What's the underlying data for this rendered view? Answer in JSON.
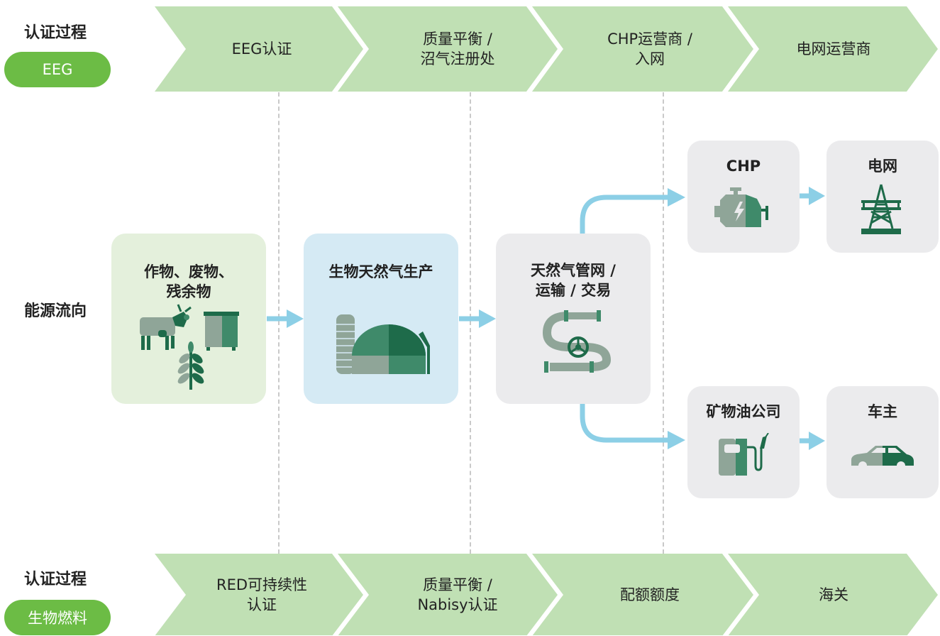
{
  "top": {
    "row_label": "认证过程",
    "pill": "EEG",
    "stages": [
      "EEG认证",
      "质量平衡 /\n沼气注册处",
      "CHP运营商 /\n入网",
      "电网运营商"
    ]
  },
  "middle": {
    "row_label": "能源流向",
    "feedstock": {
      "title": "作物、废物、\n残余物",
      "icons": [
        "cow-icon",
        "bin-icon",
        "wheat-icon"
      ]
    },
    "production": {
      "title": "生物天然气生产",
      "icon": "biogas-plant-icon"
    },
    "pipeline": {
      "title": "天然气管网 /\n运输 / 交易",
      "icon": "pipeline-icon"
    },
    "chp": {
      "title": "CHP",
      "icon": "engine-icon"
    },
    "grid": {
      "title": "电网",
      "icon": "power-tower-icon"
    },
    "oil_company": {
      "title": "矿物油公司",
      "icon": "fuel-pump-icon"
    },
    "car_owner": {
      "title": "车主",
      "icon": "car-icon"
    }
  },
  "bottom": {
    "row_label": "认证过程",
    "pill": "生物燃料",
    "stages": [
      "RED可持续性\n认证",
      "质量平衡 /\nNabisy认证",
      "配额额度",
      "海关"
    ]
  },
  "colors": {
    "chevron": "#c0e0b4",
    "pill": "#6cbc45",
    "feedstock_box": "#e4f0dc",
    "production_box": "#d5eaf4",
    "grey_box": "#ebebed",
    "arrow": "#8ccfe6",
    "dark_green": "#1e6b4a",
    "mid_green": "#3f8a6a",
    "grey_green": "#8fa598"
  }
}
